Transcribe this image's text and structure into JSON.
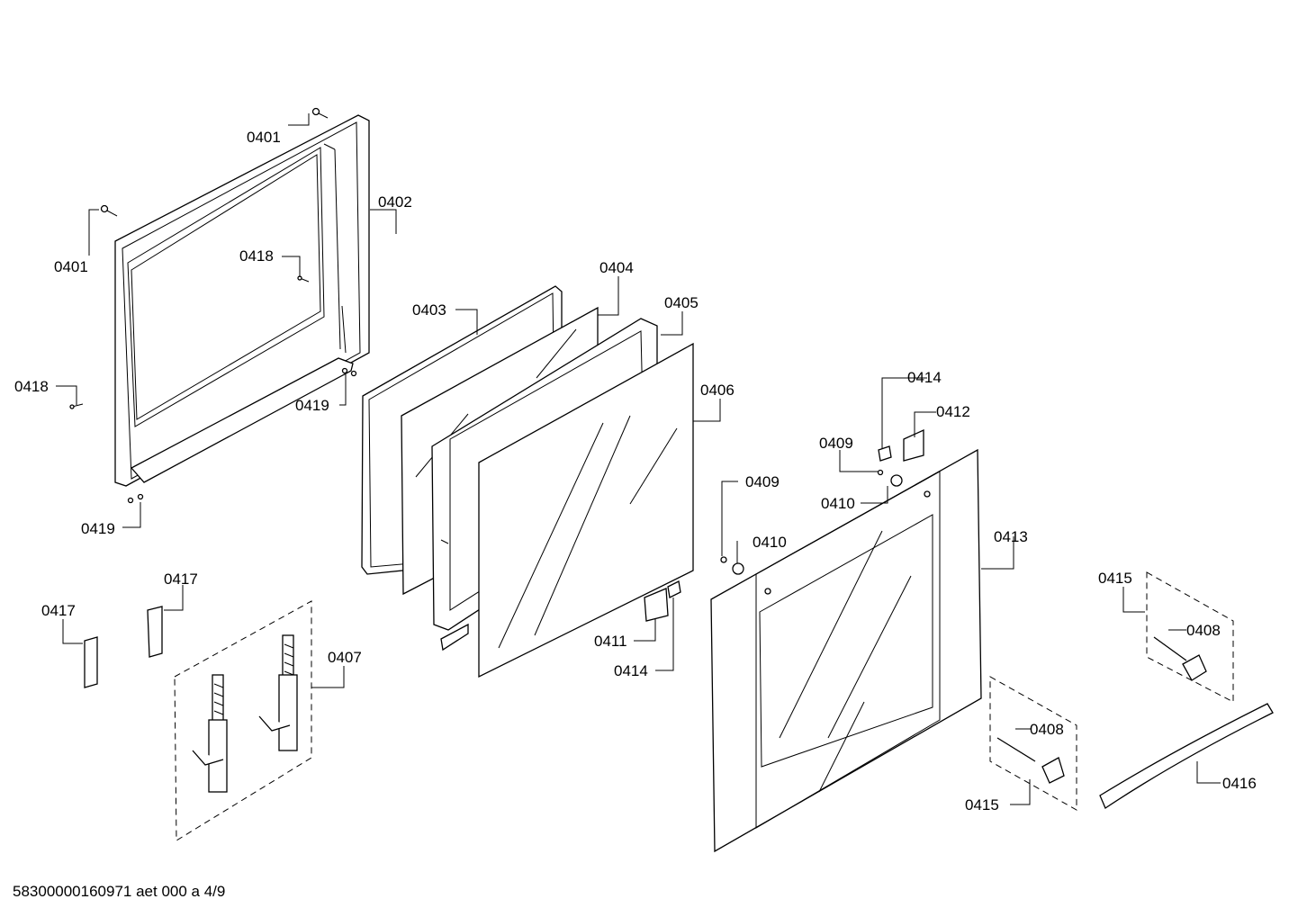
{
  "labels": {
    "p0401a": "0401",
    "p0401b": "0401",
    "p0402": "0402",
    "p0418a": "0418",
    "p0418b": "0418",
    "p0419a": "0419",
    "p0419b": "0419",
    "p0403": "0403",
    "p0404": "0404",
    "p0405": "0405",
    "p0406": "0406",
    "p0414a": "0414",
    "p0412": "0412",
    "p0409a": "0409",
    "p0410a": "0410",
    "p0409b": "0409",
    "p0410b": "0410",
    "p0413": "0413",
    "p0411": "0411",
    "p0414b": "0414",
    "p0417a": "0417",
    "p0417b": "0417",
    "p0407": "0407",
    "p0415a": "0415",
    "p0408a": "0408",
    "p0408b": "0408",
    "p0415b": "0415",
    "p0416": "0416"
  },
  "footer": "58300000160971 aet 000 a 4/9"
}
